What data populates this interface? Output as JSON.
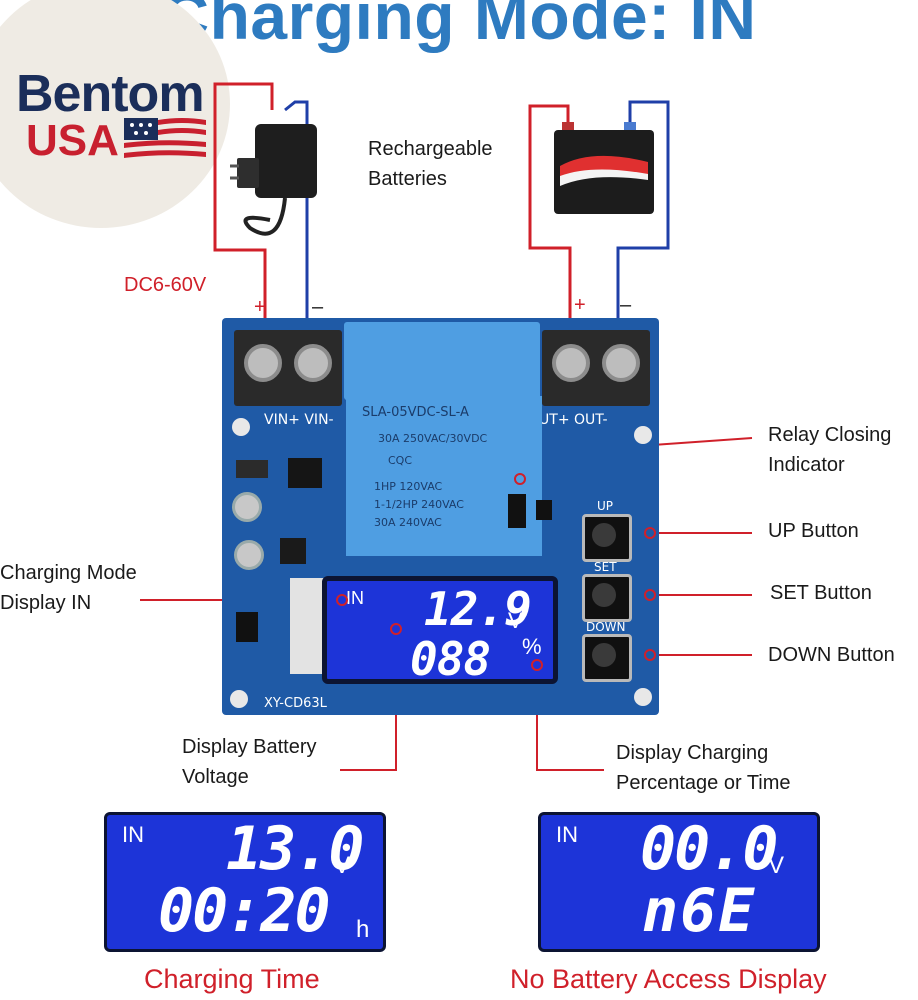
{
  "title": "Charging Mode: IN",
  "logo": {
    "line1": "Bentom",
    "line2": "USA"
  },
  "labels": {
    "rechargeable": [
      "Rechargeable",
      "Batteries"
    ],
    "dc_input": "DC6-60V",
    "relay": [
      "Relay Closing",
      "Indicator"
    ],
    "up": "UP Button",
    "set": "SET Button",
    "down": "DOWN Button",
    "mode_display": [
      "Charging Mode",
      "Display IN"
    ],
    "voltage": [
      "Display Battery",
      "Voltage"
    ],
    "percentage": [
      "Display Charging",
      "Percentage or Time"
    ]
  },
  "board": {
    "plus_left": "+",
    "minus_left": "–",
    "plus_right": "+",
    "minus_right": "–",
    "vin_label": "VIN+ VIN-",
    "out_label": "OUT+ OUT-",
    "model": "XY-CD63L",
    "relay_model": "SLA-05VDC-SL-A",
    "relay_specs": [
      "30A 250VAC/30VDC",
      "CQC",
      "1HP 120VAC",
      "1-1/2HP 240VAC",
      "30A 240VAC"
    ],
    "btn_up": "UP",
    "btn_set": "SET",
    "btn_down": "DOWN"
  },
  "main_lcd": {
    "mode": "IN",
    "voltage": "12.9",
    "voltage_unit": "V",
    "percent": "088",
    "percent_unit": "%"
  },
  "lcd_time": {
    "mode": "IN",
    "voltage": "13.0",
    "voltage_unit": "V",
    "time": "00:20",
    "time_unit": "h",
    "caption": "Charging Time"
  },
  "lcd_nobattery": {
    "mode": "IN",
    "voltage": "00.0",
    "voltage_unit": "V",
    "code": "n6E",
    "caption": "No Battery Access Display"
  },
  "colors": {
    "title": "#2e7bc0",
    "wire_red": "#d0202a",
    "wire_blue": "#1f3fa8",
    "board": "#1f5aa6",
    "lcd": "#1d34d8",
    "caption": "#d0202a"
  }
}
